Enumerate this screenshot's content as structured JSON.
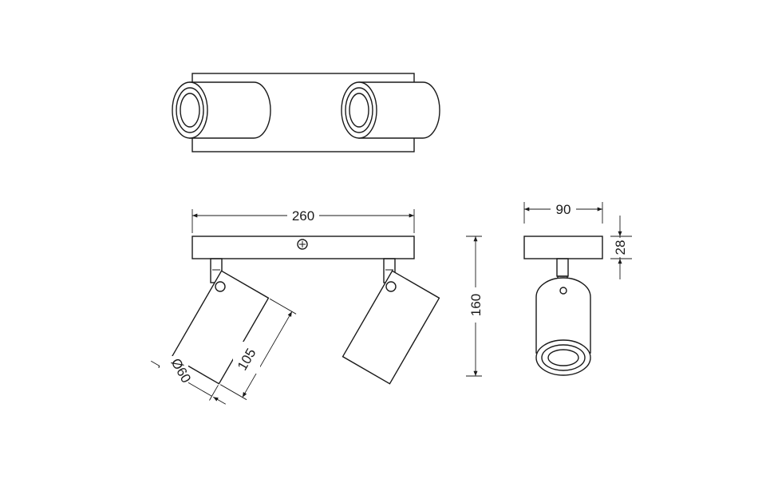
{
  "dimensions": {
    "length": "260",
    "depth": "90",
    "base_height": "28",
    "total_height": "160",
    "head_diameter": "Ø60",
    "head_length": "105"
  }
}
